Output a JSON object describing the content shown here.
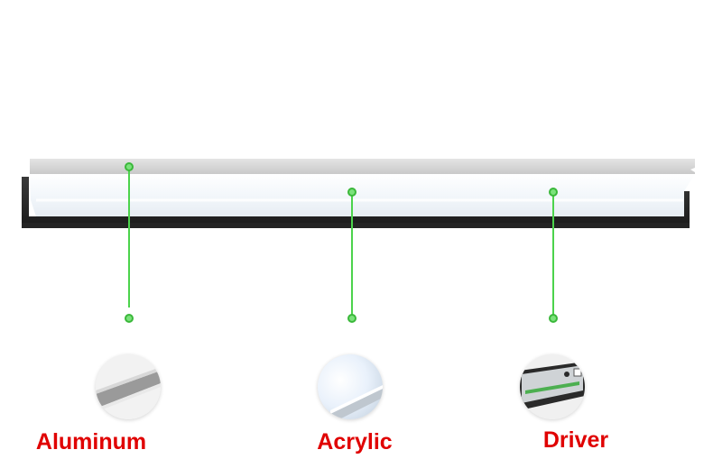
{
  "components": [
    {
      "id": "aluminum",
      "label": "Aluminum"
    },
    {
      "id": "acrylic",
      "label": "Acrylic"
    },
    {
      "id": "driver",
      "label": "Driver"
    }
  ],
  "colors": {
    "label": "#e00000",
    "callout": "#4cd34c",
    "housing": "#2b2b2b"
  }
}
